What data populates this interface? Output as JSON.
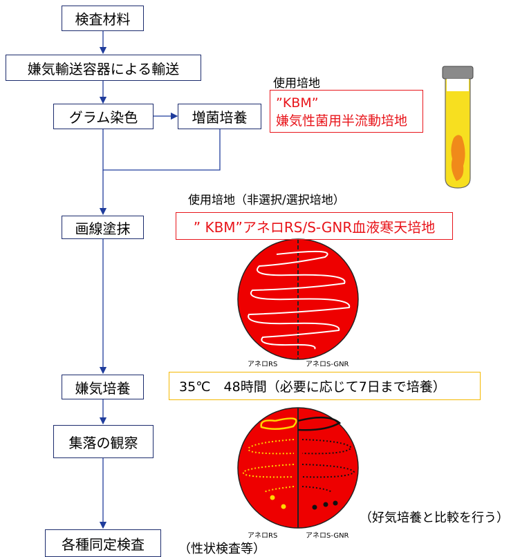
{
  "flow": {
    "step1": "検査材料",
    "step2": "嫌気輸送容器による輸送",
    "step3": "グラム染色",
    "step3b": "増菌培養",
    "step4": "画線塗抹",
    "step5": "嫌気培養",
    "step6": "集落の観察",
    "step7": "各種同定検査"
  },
  "notes": {
    "medium_heading": "使用培地",
    "medium_line1": "”KBM”",
    "medium_line2": "嫌気性菌用半流動培地",
    "plate_heading": "使用培地（非選択/選択培地）",
    "plate_media": "” KBM”アネロRS/S-GNR血液寒天培地",
    "incubation": "35℃　48時間（必要に応じて7日まで培養）",
    "compare": "（好気培養と比較を行う）",
    "identification": "（性状検査等）"
  },
  "plate_labels": {
    "left": "アネロRS",
    "right": "アネロS-GNR",
    "left2": "アネロRS",
    "right2": "アネロS-GNR"
  },
  "colors": {
    "flow_border": "#1a2a6c",
    "arrow": "#1f3c9c",
    "plate_red": "#ee0000",
    "note_red": "#e8141a",
    "incubation_border": "#f5b800",
    "tube_medium": "#f7df20",
    "tube_growth": "#f08a1a"
  }
}
